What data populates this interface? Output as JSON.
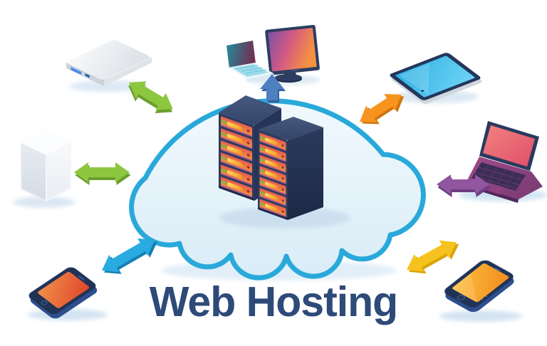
{
  "title": {
    "label": "Web Hosting",
    "color": "#2d4a78"
  },
  "scene": {
    "background": "#ffffff",
    "cloud": {
      "name": "hosting-cloud",
      "stroke": "#29a9da",
      "fill_top": "#f0f8fd",
      "fill_bottom": "#d9ecf7"
    },
    "server_rack": {
      "towers": 2,
      "left_tower_slots": 6,
      "right_tower_slots": 7,
      "body_color": "#2c3c60",
      "slot_color": "#ee7a43",
      "indicator_color": "#65c24d",
      "bar_color": "#f5a623"
    },
    "devices": [
      {
        "id": "desktop-computer",
        "position": "top",
        "screen_color": "#c9539a"
      },
      {
        "id": "external-drive",
        "position": "top-left",
        "color": "#e9edf1"
      },
      {
        "id": "storage-box",
        "position": "left",
        "color": "#eef1f5"
      },
      {
        "id": "smartphone-left",
        "position": "bottom-left",
        "screen_color": "#e8562f"
      },
      {
        "id": "smartphone-right",
        "position": "bottom-right",
        "screen_color": "#f6a224"
      },
      {
        "id": "laptop",
        "position": "right",
        "screen_color": "#e75f6f"
      },
      {
        "id": "tablet",
        "position": "top-right",
        "screen_color": "#45c0ea"
      }
    ],
    "arrows": [
      {
        "id": "arrow-external-drive",
        "color": "#8dc63f",
        "style": "double",
        "orientation": "diagonal"
      },
      {
        "id": "arrow-storage-box",
        "color": "#8dc63f",
        "style": "double",
        "orientation": "horizontal"
      },
      {
        "id": "arrow-smartphone-left",
        "color": "#29abe2",
        "style": "double",
        "orientation": "diagonal"
      },
      {
        "id": "arrow-desktop",
        "color": "#4d7fc1",
        "style": "single-up",
        "orientation": "vertical"
      },
      {
        "id": "arrow-tablet",
        "color": "#f7941e",
        "style": "double",
        "orientation": "diagonal"
      },
      {
        "id": "arrow-laptop",
        "color": "#9156a0",
        "style": "double",
        "orientation": "horizontal"
      },
      {
        "id": "arrow-smartphone-right",
        "color": "#f6c21d",
        "style": "double",
        "orientation": "diagonal"
      }
    ]
  }
}
